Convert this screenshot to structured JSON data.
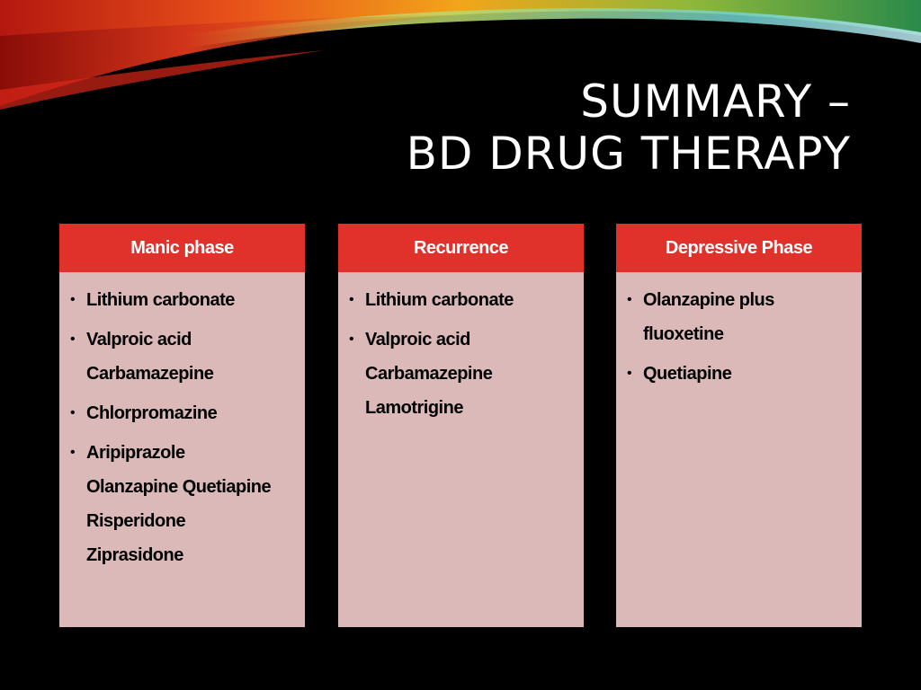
{
  "slide": {
    "title_lines": [
      "SUMMARY –",
      "BD DRUG THERAPY"
    ]
  },
  "columns": [
    {
      "header": "Manic phase",
      "items": [
        {
          "lines": [
            "Lithium carbonate"
          ]
        },
        {
          "lines": [
            "Valproic acid",
            "Carbamazepine"
          ]
        },
        {
          "lines": [
            "Chlorpromazine"
          ]
        },
        {
          "lines": [
            "Aripiprazole",
            "Olanzapine Quetiapine",
            "Risperidone",
            "Ziprasidone"
          ]
        }
      ]
    },
    {
      "header": "Recurrence",
      "items": [
        {
          "lines": [
            "Lithium carbonate"
          ]
        },
        {
          "lines": [
            "Valproic acid",
            "Carbamazepine",
            "Lamotrigine"
          ]
        }
      ]
    },
    {
      "header": "Depressive Phase",
      "items": [
        {
          "lines": [
            "Olanzapine plus",
            "fluoxetine"
          ]
        },
        {
          "lines": [
            "Quetiapine"
          ]
        }
      ]
    }
  ],
  "colors": {
    "background": "#000000",
    "header_fill": "#e0322b",
    "column_fill": "#dcb9b9"
  }
}
